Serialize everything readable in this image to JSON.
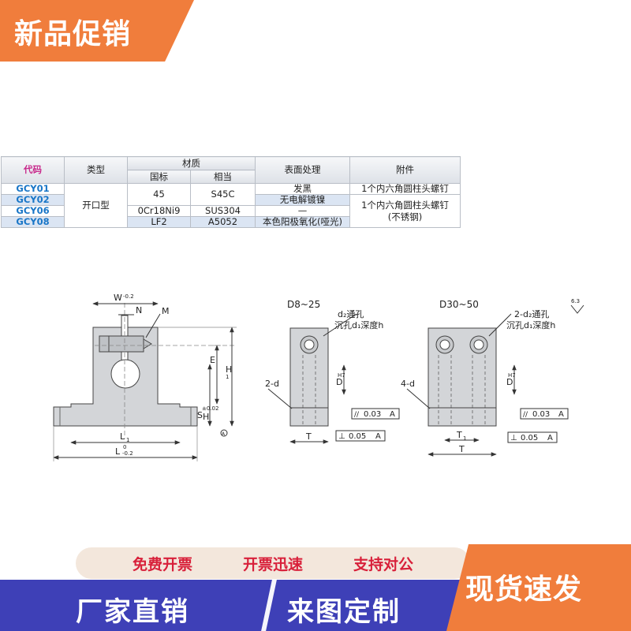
{
  "promo": {
    "title": "新品促销"
  },
  "spec_table": {
    "headers": {
      "code": "代码",
      "type": "类型",
      "material": "材质",
      "material_std": "国标",
      "material_equiv": "相当",
      "surface": "表面处理",
      "accessory": "附件"
    },
    "rows": [
      {
        "code": "GCY01",
        "surface": "发黑"
      },
      {
        "code": "GCY02",
        "surface": "无电解镀镍"
      },
      {
        "code": "GCY06",
        "surface": "—"
      },
      {
        "code": "GCY08",
        "surface": "本色阳极氧化(哑光)"
      }
    ],
    "type_value": "开口型",
    "material_groups": [
      {
        "std": "45",
        "equiv": "S45C"
      },
      {
        "std": "0Cr18Ni9",
        "equiv": "SUS304"
      },
      {
        "std": "LF2",
        "equiv": "A5052"
      }
    ],
    "accessory_1": "1个内六角圆柱头螺钉",
    "accessory_2_line1": "1个内六角圆柱头螺钉",
    "accessory_2_line2": "(不锈钢)"
  },
  "drawing": {
    "front": {
      "w_label": "W",
      "w_tol": "-0.2",
      "n_label": "N",
      "m_label": "M",
      "e_label": "E",
      "h1_label": "H",
      "h1_sub": "1",
      "h_label": "H",
      "h_tol": "±0.02",
      "s_label": "S",
      "datum": "A",
      "l1_label": "L",
      "l1_sub": "1",
      "l_label": "L",
      "l_tol_upper": "0",
      "l_tol_lower": "-0.2"
    },
    "small": {
      "title": "D8~25",
      "hole_note_1": "d₂通孔",
      "hole_note_2": "沉孔d₁深度h",
      "d_label": "D",
      "d_tol": "H7",
      "side_label": "2-d",
      "t_label": "T",
      "parallel_val": "0.03",
      "perp_val": "0.05",
      "datum": "A"
    },
    "large": {
      "title": "D30~50",
      "hole_note_1": "2-d₂通孔",
      "hole_note_2": "沉孔d₁深度h",
      "d_label": "D",
      "d_tol": "H7",
      "side_label": "4-d",
      "t1_label": "T",
      "t1_sub": "1",
      "t_label": "T",
      "parallel_val": "0.03",
      "perp_val": "0.05",
      "datum": "A",
      "roughness": "6.3"
    }
  },
  "banner": {
    "pill_items": [
      "免费开票",
      "开票迅速",
      "支持对公"
    ],
    "left_text": "厂家直销",
    "right_text": "来图定制",
    "spot_text": "现货速发"
  }
}
